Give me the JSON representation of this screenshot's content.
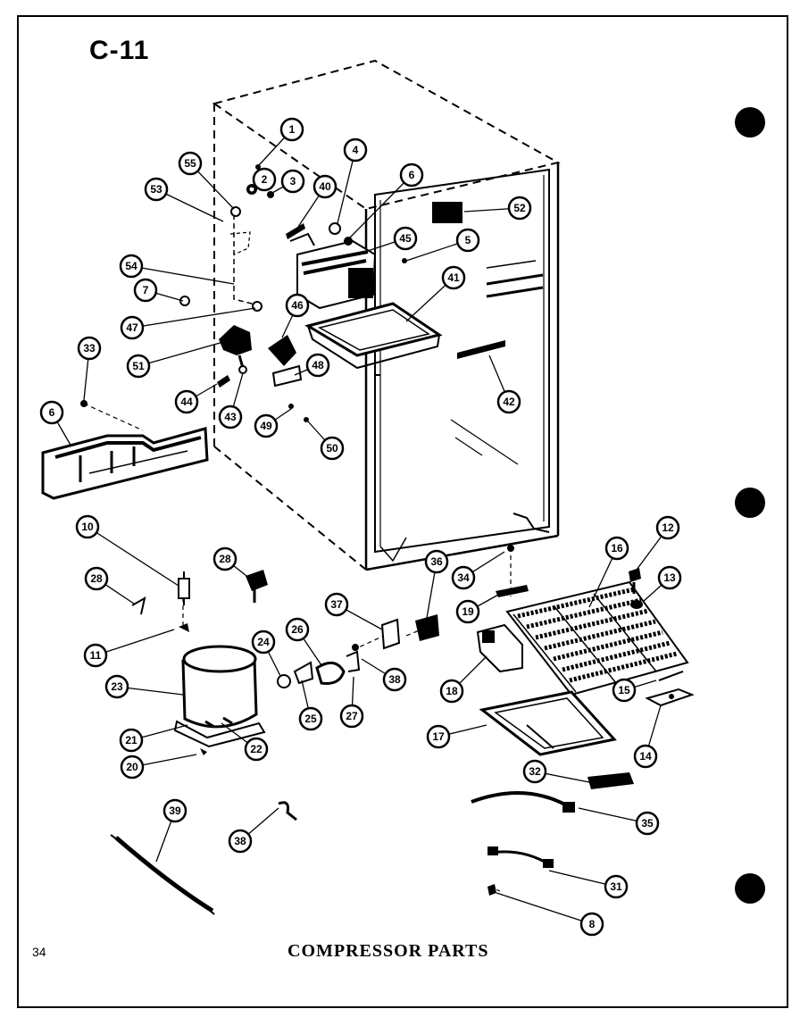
{
  "page": {
    "code": "C-11",
    "page_number": "34",
    "title": "COMPRESSOR PARTS"
  },
  "callouts": [
    {
      "id": "c1",
      "label": "1"
    },
    {
      "id": "c2",
      "label": "2"
    },
    {
      "id": "c3",
      "label": "3"
    },
    {
      "id": "c4",
      "label": "4"
    },
    {
      "id": "c6a",
      "label": "6"
    },
    {
      "id": "c5",
      "label": "5"
    },
    {
      "id": "c52",
      "label": "52"
    },
    {
      "id": "c40",
      "label": "40"
    },
    {
      "id": "c45",
      "label": "45"
    },
    {
      "id": "c55",
      "label": "55"
    },
    {
      "id": "c53",
      "label": "53"
    },
    {
      "id": "c54",
      "label": "54"
    },
    {
      "id": "c7",
      "label": "7"
    },
    {
      "id": "c47",
      "label": "47"
    },
    {
      "id": "c41",
      "label": "41"
    },
    {
      "id": "c46",
      "label": "46"
    },
    {
      "id": "c51",
      "label": "51"
    },
    {
      "id": "c48",
      "label": "48"
    },
    {
      "id": "c33",
      "label": "33"
    },
    {
      "id": "c42",
      "label": "42"
    },
    {
      "id": "c44",
      "label": "44"
    },
    {
      "id": "c43",
      "label": "43"
    },
    {
      "id": "c49",
      "label": "49"
    },
    {
      "id": "c50",
      "label": "50"
    },
    {
      "id": "c6b",
      "label": "6"
    },
    {
      "id": "c10",
      "label": "10"
    },
    {
      "id": "c28b",
      "label": "28"
    },
    {
      "id": "c28a",
      "label": "28"
    },
    {
      "id": "c36",
      "label": "36"
    },
    {
      "id": "c16",
      "label": "16"
    },
    {
      "id": "c12",
      "label": "12"
    },
    {
      "id": "c34",
      "label": "34"
    },
    {
      "id": "c13",
      "label": "13"
    },
    {
      "id": "c37",
      "label": "37"
    },
    {
      "id": "c19",
      "label": "19"
    },
    {
      "id": "c11",
      "label": "11"
    },
    {
      "id": "c24",
      "label": "24"
    },
    {
      "id": "c26",
      "label": "26"
    },
    {
      "id": "c23",
      "label": "23"
    },
    {
      "id": "c38a",
      "label": "38"
    },
    {
      "id": "c18",
      "label": "18"
    },
    {
      "id": "c15",
      "label": "15"
    },
    {
      "id": "c25",
      "label": "25"
    },
    {
      "id": "c27",
      "label": "27"
    },
    {
      "id": "c21",
      "label": "21"
    },
    {
      "id": "c22",
      "label": "22"
    },
    {
      "id": "c20",
      "label": "20"
    },
    {
      "id": "c17",
      "label": "17"
    },
    {
      "id": "c14",
      "label": "14"
    },
    {
      "id": "c32",
      "label": "32"
    },
    {
      "id": "c39",
      "label": "39"
    },
    {
      "id": "c38b",
      "label": "38"
    },
    {
      "id": "c35",
      "label": "35"
    },
    {
      "id": "c31",
      "label": "31"
    },
    {
      "id": "c8",
      "label": "8"
    }
  ]
}
